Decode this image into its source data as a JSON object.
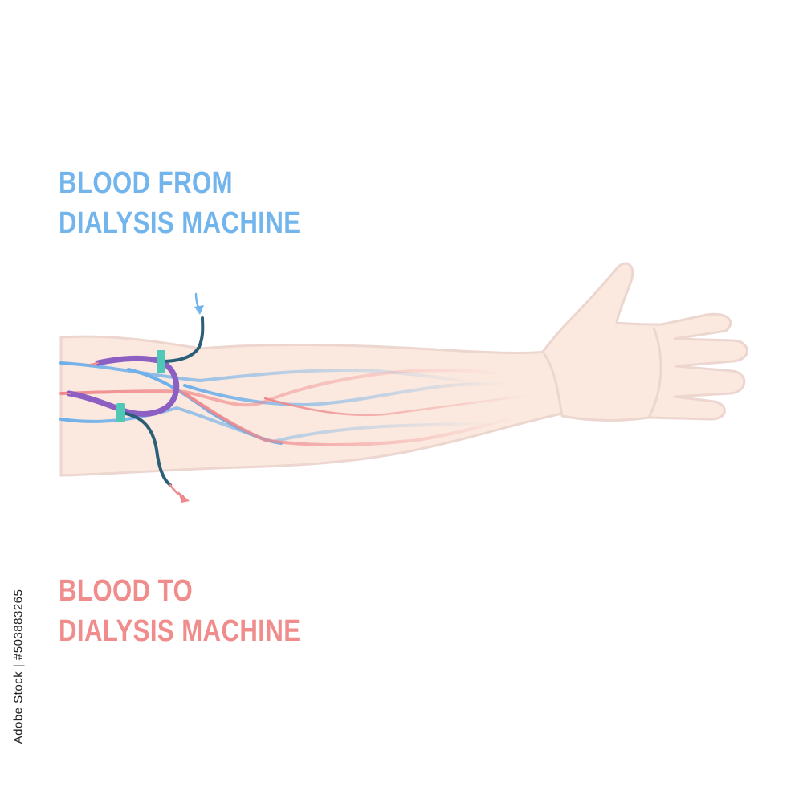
{
  "labels": {
    "from_line1": "BLOOD FROM",
    "from_line2": "DIALYSIS MACHINE",
    "to_line1": "BLOOD TO",
    "to_line2": "DIALYSIS MACHINE"
  },
  "watermark": {
    "stock_id": "Adobe Stock | #503883265"
  },
  "colors": {
    "from_blue": "#72b4ec",
    "to_red": "#f08c8c",
    "vein_blue": "#6fb0ea",
    "artery_red": "#f0898c",
    "skin": "#fbe8de",
    "skin_outline": "#ecd6cf",
    "fistula_purple": "#8c5fc2",
    "tube_dark": "#2b5f78",
    "clamp_teal": "#4fc9b5"
  }
}
